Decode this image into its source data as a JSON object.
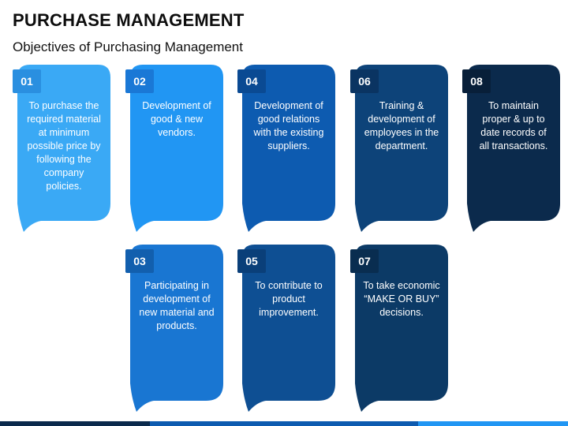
{
  "title": "PURCHASE MANAGEMENT",
  "subtitle": "Objectives of Purchasing Management",
  "cards": [
    {
      "num": "01",
      "text": "To purchase the required material at minimum possible price by following the company policies.",
      "color": "#3aa9f5",
      "badge": "#2a8fe0"
    },
    {
      "num": "02",
      "text": "Development of good & new vendors.",
      "color": "#2196f3",
      "badge": "#1a78d6"
    },
    {
      "num": "03",
      "text": "Participating in development of new material and products.",
      "color": "#1976d2",
      "badge": "#125fae"
    },
    {
      "num": "04",
      "text": "Development of good relations with the existing suppliers.",
      "color": "#0d5bb0",
      "badge": "#0a4a93"
    },
    {
      "num": "05",
      "text": "To contribute to product improvement.",
      "color": "#0e4f93",
      "badge": "#0a3f79"
    },
    {
      "num": "06",
      "text": "Training & development of employees in the department.",
      "color": "#0d4379",
      "badge": "#0a3462"
    },
    {
      "num": "07",
      "text": "To take economic “MAKE OR BUY” decisions.",
      "color": "#0c3a66",
      "badge": "#092d50"
    },
    {
      "num": "08",
      "text": "To maintain proper & up to date records of all transactions.",
      "color": "#0b2a4c",
      "badge": "#081f39"
    }
  ],
  "bar_colors": [
    "#0b2a4c",
    "#0d5bb0",
    "#2196f3"
  ]
}
